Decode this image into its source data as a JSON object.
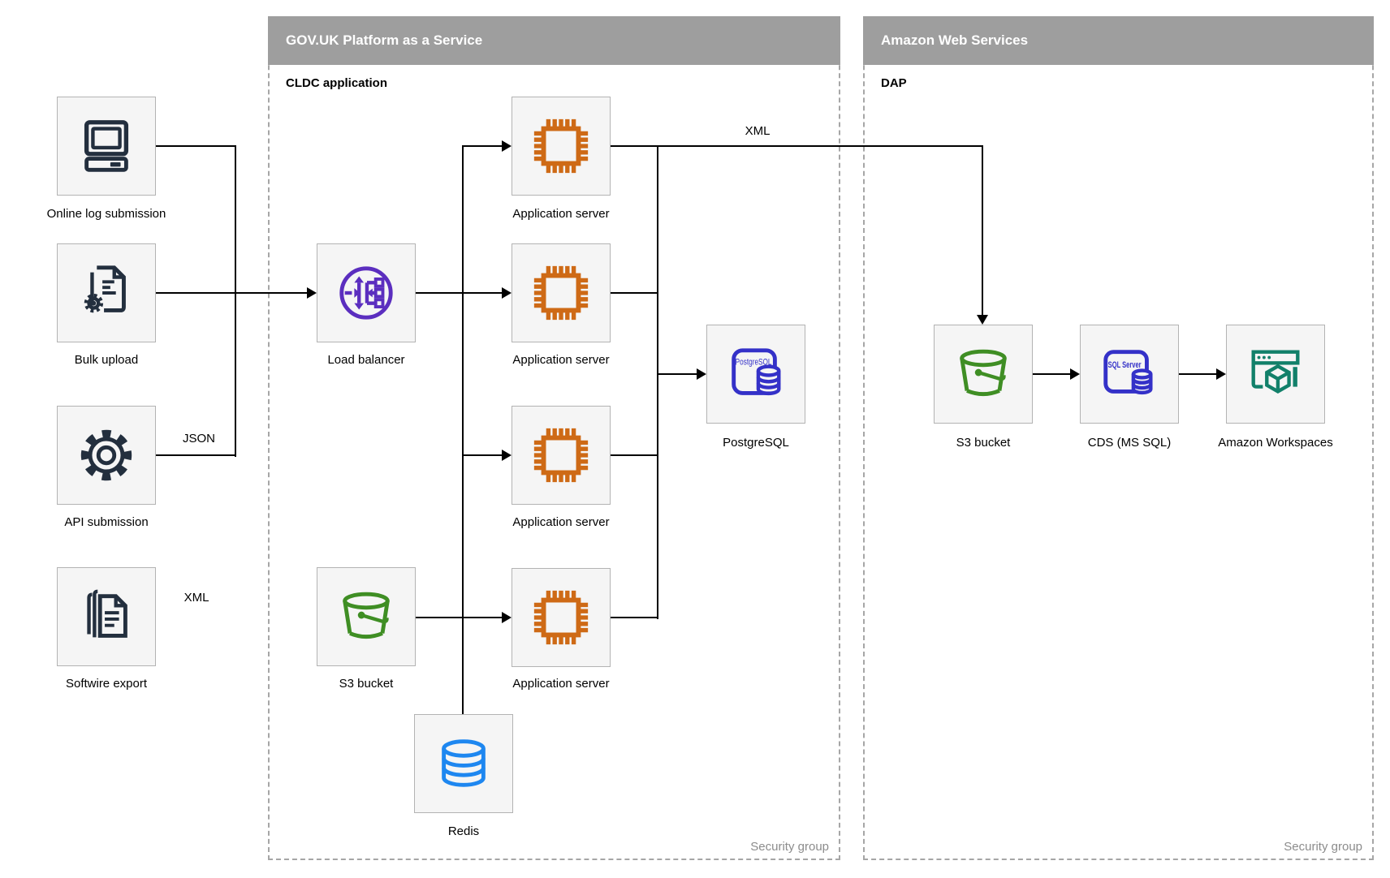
{
  "colors": {
    "navy": "#232F3E",
    "orange": "#CE6A16",
    "purple": "#5B2EBF",
    "indigo": "#3431C8",
    "green": "#3F8E24",
    "blue": "#1E87F0",
    "teal": "#12806A",
    "bar": "#9E9E9E",
    "nodebg": "#F5F5F5",
    "nodeborder": "#B3B3B3",
    "muted": "#8C8C8C"
  },
  "containers": {
    "paas": {
      "title": "GOV.UK Platform as a Service",
      "sublabel": "CLDC application",
      "footer": "Security group"
    },
    "aws": {
      "title": "Amazon Web Services",
      "sublabel": "DAP",
      "footer": "Security group"
    }
  },
  "nodes": {
    "online_log": {
      "label": "Online log submission",
      "icon": "computer-icon"
    },
    "bulk_upload": {
      "label": "Bulk upload",
      "icon": "document-gear-icon"
    },
    "api_submission": {
      "label": "API submission",
      "icon": "gear-icon"
    },
    "softwire_export": {
      "label": "Softwire export",
      "icon": "documents-stack-icon"
    },
    "load_balancer": {
      "label": "Load balancer",
      "icon": "load-balancer-icon"
    },
    "s3_paas": {
      "label": "S3 bucket",
      "icon": "bucket-icon"
    },
    "app1": {
      "label": "Application server",
      "icon": "chip-icon"
    },
    "app2": {
      "label": "Application server",
      "icon": "chip-icon"
    },
    "app3": {
      "label": "Application server",
      "icon": "chip-icon"
    },
    "app4": {
      "label": "Application server",
      "icon": "chip-icon"
    },
    "postgresql": {
      "label": "PostgreSQL",
      "icon": "postgresql-icon"
    },
    "redis": {
      "label": "Redis",
      "icon": "database-icon"
    },
    "s3_aws": {
      "label": "S3 bucket",
      "icon": "bucket-icon"
    },
    "cds": {
      "label": "CDS (MS SQL)",
      "icon": "sql-server-icon"
    },
    "workspaces": {
      "label": "Amazon Workspaces",
      "icon": "workspaces-icon"
    }
  },
  "icon_texts": {
    "postgresql": "PostgreSQL",
    "sql_server": "SQL Server"
  },
  "edge_labels": {
    "json": "JSON",
    "xml_softwire": "XML",
    "xml_top": "XML"
  }
}
